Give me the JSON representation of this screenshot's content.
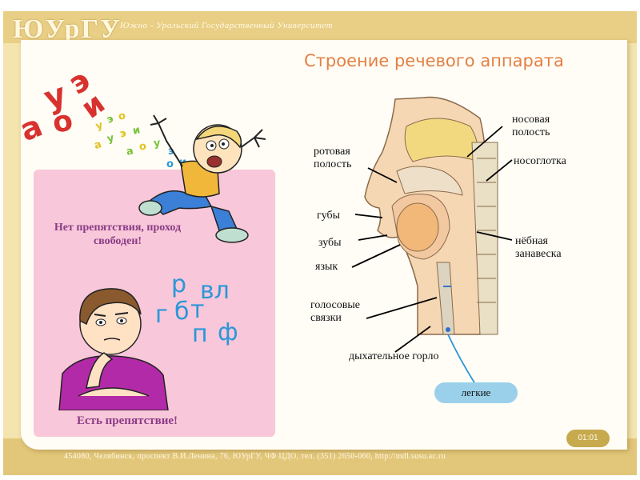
{
  "header": {
    "logo": "ЮУрГУ",
    "university": "Южно - Уральский Государственный Университет"
  },
  "slide": {
    "title": "Строение речевого аппарата",
    "vowels_large": [
      "а",
      "у",
      "э",
      "о",
      "и"
    ],
    "vowels_small": [
      "у",
      "э",
      "о",
      "а",
      "у",
      "э",
      "и",
      "а",
      "о",
      "у",
      "э",
      "о",
      "и"
    ],
    "consonants": [
      "р",
      "вл",
      "г",
      "б",
      "т",
      "п",
      "ф"
    ],
    "no_obstacle": "Нет препятствия, проход свободен!",
    "obstacle": "Есть препятствие!"
  },
  "anatomy_labels": {
    "nasal_cavity": "носовая полость",
    "oral_cavity": "ротовая полость",
    "nasopharynx": "носоглотка",
    "lips": "губы",
    "teeth": "зубы",
    "tongue": "язык",
    "soft_palate": "нёбная занавеска",
    "vocal_cords": "голосовые связки",
    "larynx": "дыхательное горло",
    "lungs": "легкие"
  },
  "footer": {
    "text": "454080, Челябинск, проспект В.И.Ленина, 76, ЮУрГУ, ЧФ ЦДО, тел. (351) 2650-060, http://mdl.susu.ac.ru",
    "slide_number": "01:01"
  },
  "colors": {
    "title": "#e47f43",
    "vowels": "#d8322f",
    "consonants": "#2b97d8",
    "panel": "#f8c7d9",
    "caption": "#8a3c86",
    "lungs": "#9ad0ea"
  }
}
